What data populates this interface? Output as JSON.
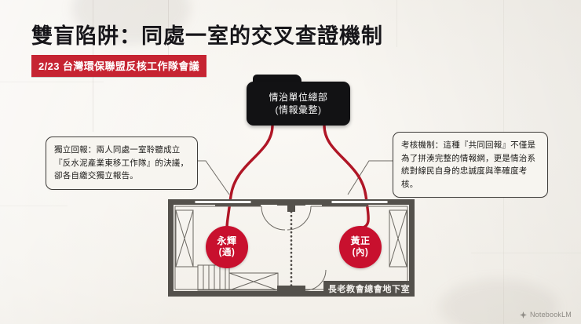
{
  "header": {
    "title": "雙盲陷阱：同處一室的交叉查證機制",
    "badge": "2/23 台灣環保聯盟反核工作隊會議",
    "badge_color": "#c62432"
  },
  "hq_node": {
    "line1": "情治單位總部",
    "line2": "(情報彙整)",
    "color": "#121214"
  },
  "notes": {
    "left": "獨立回報：兩人同處一室聆聽成立『反水泥產業東移工作隊』的決議，卻各自繳交獨立報告。",
    "right": "考核機制：這種『共同回報』不僅是為了拼湊完整的情報網，更是情治系統對線民自身的忠誠度與準確度考核。"
  },
  "agents": {
    "left": {
      "name": "永輝",
      "code": "(通)",
      "color": "#c8102e"
    },
    "right": {
      "name": "黃正",
      "code": "(內)",
      "color": "#c8102e"
    }
  },
  "floorplan": {
    "room_label": "長老教會總會地下室",
    "wall_color": "#54514c",
    "divider": "dotted"
  },
  "watermark": {
    "label": "NotebookLM",
    "icon": "spark-icon"
  }
}
